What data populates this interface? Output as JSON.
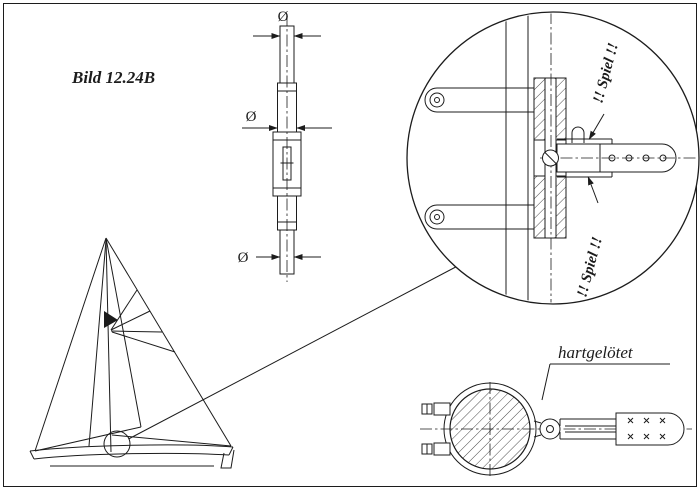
{
  "figure": {
    "label": "Bild 12.24B"
  },
  "pin_view": {
    "diameter_top": "Ø",
    "diameter_middle": "Ø",
    "diameter_bottom": "Ø"
  },
  "detail_view": {
    "clearance_top": "!! Spiel !!",
    "clearance_bottom": "!! Spiel !!"
  },
  "top_view": {
    "brazed_label": "hartgelötet"
  },
  "colors": {
    "ink": "#1c1c1c",
    "background": "#ffffff"
  }
}
